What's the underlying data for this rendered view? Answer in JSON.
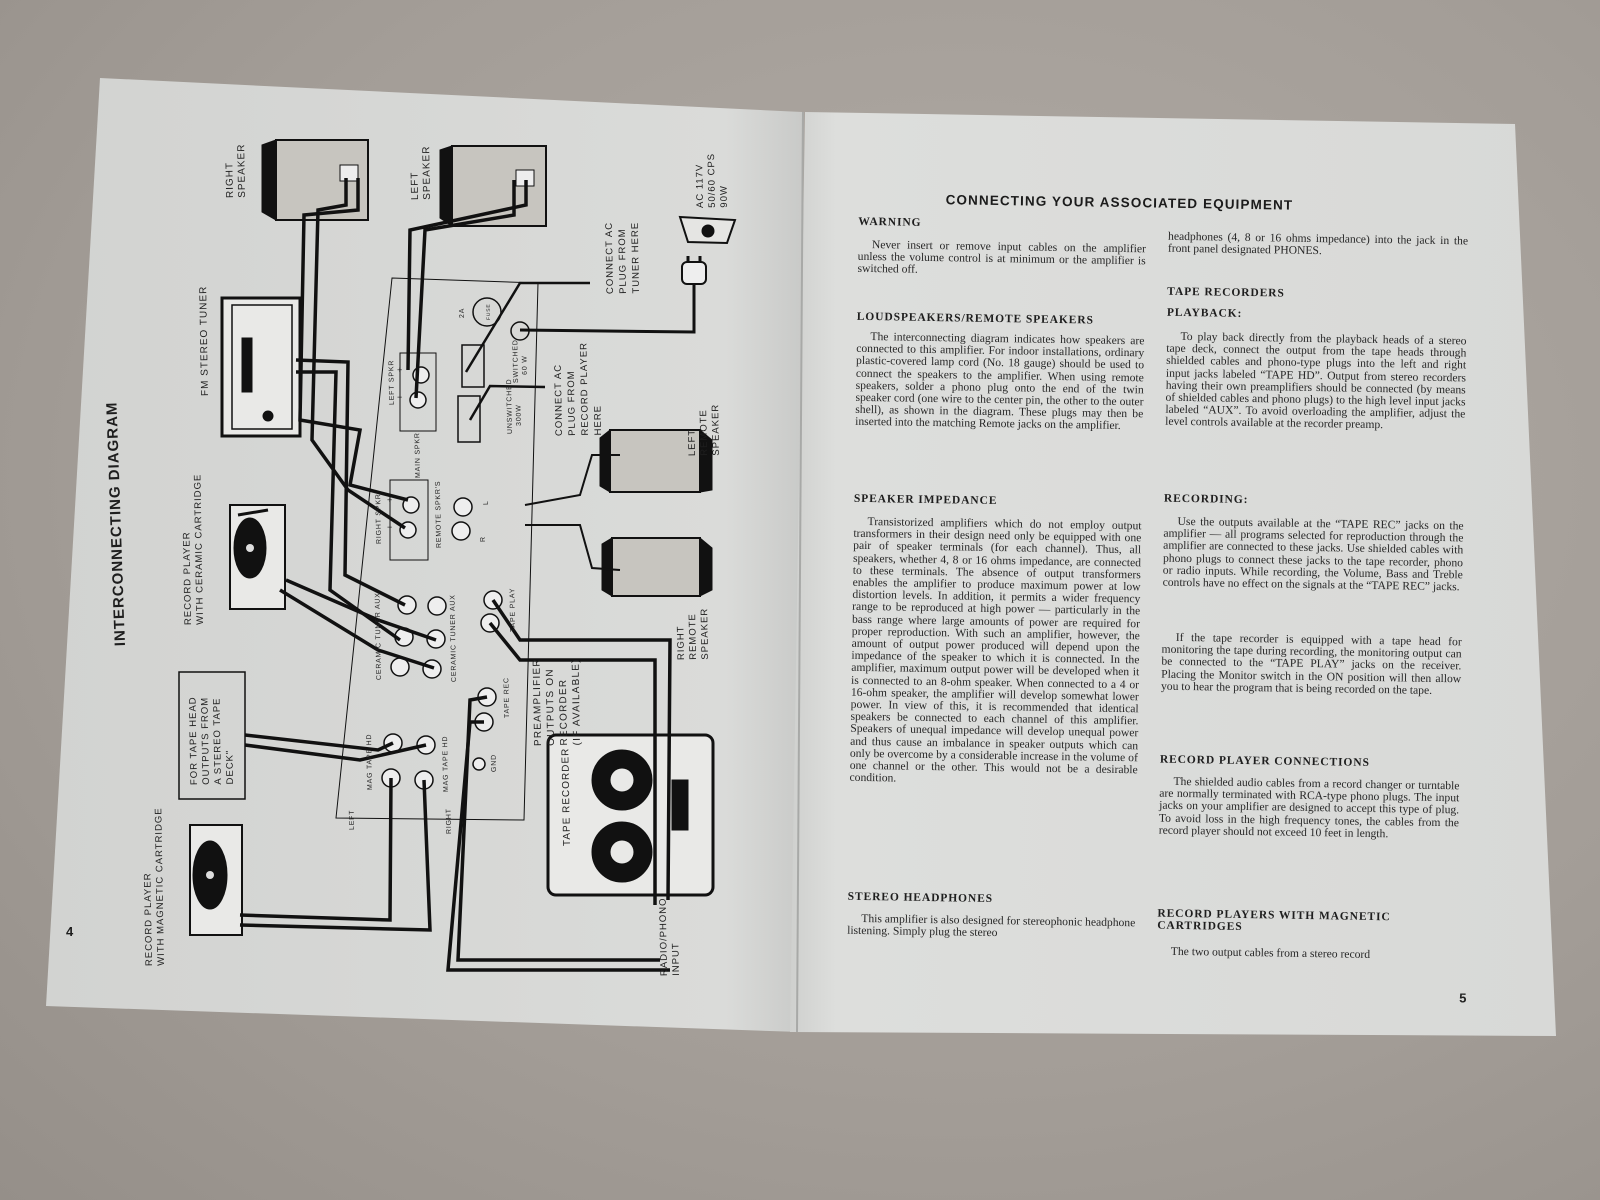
{
  "left_page": {
    "page_number": "4",
    "diagram_title": "INTERCONNECTING DIAGRAM",
    "labels": {
      "right_speaker": [
        "RIGHT",
        "SPEAKER"
      ],
      "left_speaker": [
        "LEFT",
        "SPEAKER"
      ],
      "ac_outlet": [
        "AC 117V",
        "50/60 CPS",
        "90W"
      ],
      "connect_tuner": [
        "CONNECT AC",
        "PLUG FROM",
        "TUNER HERE"
      ],
      "fm_tuner": [
        "FM STEREO TUNER"
      ],
      "connect_record_player": [
        "CONNECT AC",
        "PLUG FROM",
        "RECORD PLAYER",
        "HERE"
      ],
      "left_remote": [
        "LEFT",
        "REMOTE",
        "SPEAKER"
      ],
      "right_remote": [
        "RIGHT",
        "REMOTE",
        "SPEAKER"
      ],
      "ceramic_player": [
        "RECORD PLAYER",
        "WITH CERAMIC CARTRIDGE"
      ],
      "tape_head_box": [
        "FOR TAPE HEAD",
        "OUTPUTS FROM",
        "A STEREO TAPE",
        "DECK\""
      ],
      "magnetic_player": [
        "RECORD PLAYER",
        "WITH MAGNETIC CARTRIDGE"
      ],
      "preamp_outputs": [
        "PREAMPLIFIER",
        "OUTPUTS ON",
        "RECORDER",
        "(IF AVAILABLE)"
      ],
      "tape_recorder": [
        "TAPE RECORDER"
      ],
      "radio_phono": [
        "RADIO/PHONO",
        "INPUT"
      ]
    },
    "panel": {
      "left_spkr": "LEFT SPKR",
      "main_spkr": "MAIN SPKR",
      "right_spkr": "RIGHT SPKR",
      "remote_spkrs": "REMOTE SPKR'S",
      "l": "L",
      "r": "R",
      "fuse": "FUSE",
      "fuse_rating": "2A",
      "switched": [
        "SWITCHED",
        "60 W"
      ],
      "unswitched": [
        "UNSWITCHED",
        "300W"
      ],
      "ceramic_tuner_aux": "CERAMIC  TUNER  AUX",
      "tape_play": "TAPE PLAY",
      "tape_rec": "TAPE REC",
      "gnd": "GND",
      "mag_tape_hd": "MAG  TAPE HD",
      "left": "LEFT",
      "right": "RIGHT",
      "plus": "+",
      "minus": "−"
    }
  },
  "right_page": {
    "page_number": "5",
    "title": "CONNECTING YOUR ASSOCIATED EQUIPMENT",
    "sections": {
      "warning": {
        "heading": "WARNING",
        "paragraphs": [
          "Never insert or remove input cables on the amplifier unless the volume control is at minimum or the amplifier is switched off."
        ]
      },
      "loudspeakers": {
        "heading": "LOUDSPEAKERS/REMOTE SPEAKERS",
        "paragraphs": [
          "The interconnecting diagram indicates how speakers are connected to this amplifier. For indoor installations, ordinary plastic-covered lamp cord (No. 18 gauge) should be used to connect the speakers to the amplifier. When using remote speakers, solder a phono plug onto the end of the twin speaker cord (one wire to the center pin, the other to the outer shell), as shown in the diagram. These plugs may then be inserted into the matching Remote jacks on the amplifier."
        ]
      },
      "impedance": {
        "heading": "SPEAKER IMPEDANCE",
        "paragraphs": [
          "Transistorized amplifiers which do not employ output transformers in their design need only be equipped with one pair of speaker terminals (for each channel). Thus, all speakers, whether 4, 8 or 16 ohms impedance, are connected to these terminals. The absence of output transformers enables the amplifier to produce maximum power at low distortion levels. In addition, it permits a wider frequency range to be reproduced at high power — particularly in the bass range where large amounts of power are required for proper reproduction. With such an amplifier, however, the amount of output power produced will depend upon the impedance of the speaker to which it is connected. In the amplifier, maximum output power will be developed when it is connected to an 8-ohm speaker. When connected to a 4 or 16-ohm speaker, the amplifier will develop somewhat lower power. In view of this, it is recommended that identical speakers be connected to each channel of this amplifier. Speakers of unequal impedance will develop unequal power and thus cause an imbalance in speaker outputs which can only be overcome by a considerable increase in the volume of one channel or the other. This would not be a desirable condition."
        ]
      },
      "headphones": {
        "heading": "STEREO HEADPHONES",
        "paragraphs": [
          "This amplifier is also designed for stereophonic headphone listening. Simply plug the stereo"
        ],
        "continued": "headphones (4, 8 or 16 ohms impedance) into the jack in the front panel designated PHONES."
      },
      "tape_recorders": {
        "heading": "TAPE RECORDERS"
      },
      "playback": {
        "heading": "PLAYBACK:",
        "paragraphs": [
          "To play back directly from the playback heads of a stereo tape deck, connect the output from the tape heads through shielded cables and phono-type plugs into the left and right input jacks labeled “TAPE HD”. Output from stereo recorders having their own preamplifiers should be connected (by means of shielded cables and phono plugs) to the high level input jacks labeled “AUX”. To avoid overloading the amplifier, adjust the level controls available at the recorder preamp."
        ]
      },
      "recording": {
        "heading": "RECORDING:",
        "paragraphs": [
          "Use the outputs available at the “TAPE REC” jacks on the amplifier — all programs selected for reproduction through the amplifier are connected to these jacks. Use shielded cables with phono plugs to connect these jacks to the tape recorder, phono or radio inputs. While recording, the Volume, Bass and Treble controls have no effect on the signals at the “TAPE REC” jacks.",
          "If the tape recorder is equipped with a tape head for monitoring the tape during recording, the monitoring output can be connected to the “TAPE PLAY” jacks on the receiver. Placing the Monitor switch in the ON position will then allow you to hear the program that is being recorded on the tape."
        ]
      },
      "record_player": {
        "heading": "RECORD PLAYER CONNECTIONS",
        "paragraphs": [
          "The shielded audio cables from a record changer or turntable are normally terminated with RCA-type phono plugs. The input jacks on your amplifier are designed to accept this type of plug. To avoid loss in the high frequency tones, the cables from the record player should not exceed 10 feet in length."
        ]
      },
      "magnetic": {
        "heading": "RECORD PLAYERS WITH MAGNETIC CARTRIDGES",
        "paragraphs": [
          "The two output cables from a stereo record"
        ]
      }
    }
  }
}
